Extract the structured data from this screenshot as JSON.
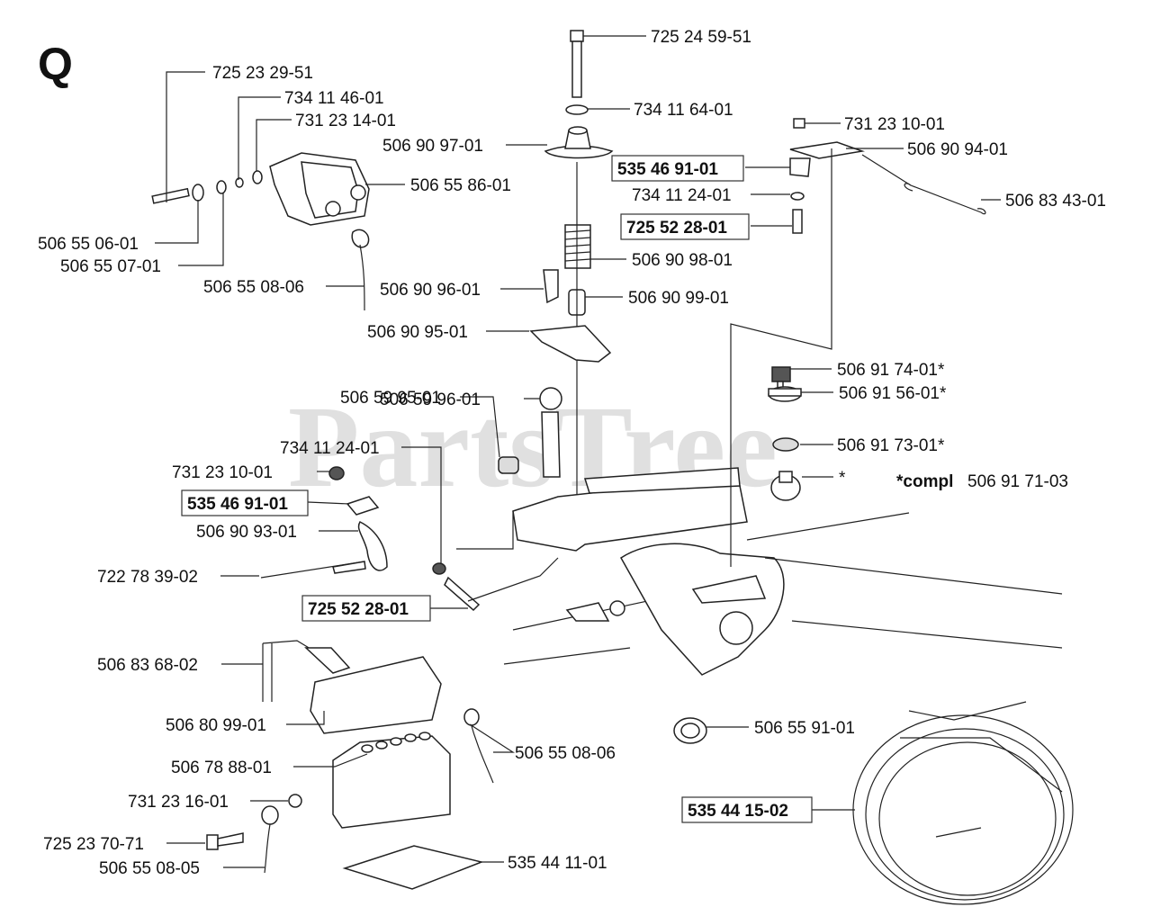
{
  "section_letter": "Q",
  "watermark": "PartsTree",
  "compl_note": {
    "prefix": "*compl",
    "number": "506 91 71-03"
  },
  "labels": [
    {
      "text": "725 24 59-51",
      "bold": false
    },
    {
      "text": "725 23 29-51",
      "bold": false
    },
    {
      "text": "734 11 46-01",
      "bold": false
    },
    {
      "text": "731 23 14-01",
      "bold": false
    },
    {
      "text": "734 11 64-01",
      "bold": false
    },
    {
      "text": "506 90 97-01",
      "bold": false
    },
    {
      "text": "731 23 10-01",
      "bold": false
    },
    {
      "text": "506 90 94-01",
      "bold": false
    },
    {
      "text": "535 46 91-01",
      "bold": true
    },
    {
      "text": "506 55 86-01",
      "bold": false
    },
    {
      "text": "734 11 24-01",
      "bold": false
    },
    {
      "text": "506 83 43-01",
      "bold": false
    },
    {
      "text": "725 52 28-01",
      "bold": true
    },
    {
      "text": "506 55 06-01",
      "bold": false
    },
    {
      "text": "506 90 98-01",
      "bold": false
    },
    {
      "text": "506 55 07-01",
      "bold": false
    },
    {
      "text": "506 55 08-06",
      "bold": false
    },
    {
      "text": "506 90 96-01",
      "bold": false
    },
    {
      "text": "506 90 99-01",
      "bold": false
    },
    {
      "text": "506 90 95-01",
      "bold": false
    },
    {
      "text": "506 91 74-01*",
      "bold": false
    },
    {
      "text": "506 59 96-01",
      "bold": false
    },
    {
      "text": "506 91 56-01*",
      "bold": false
    },
    {
      "text": "506 59 95-01",
      "bold": false
    },
    {
      "text": "506 91 73-01*",
      "bold": false
    },
    {
      "text": "734 11 24-01",
      "bold": false
    },
    {
      "text": "731 23 10-01",
      "bold": false
    },
    {
      "text": "*",
      "bold": false
    },
    {
      "text": "535 46 91-01",
      "bold": true
    },
    {
      "text": "506 90 93-01",
      "bold": false
    },
    {
      "text": "722 78 39-02",
      "bold": false
    },
    {
      "text": "725 52 28-01",
      "bold": true
    },
    {
      "text": "506 83 68-02",
      "bold": false
    },
    {
      "text": "506 80 99-01",
      "bold": false
    },
    {
      "text": "506 55 91-01",
      "bold": false
    },
    {
      "text": "506 55 08-06",
      "bold": false
    },
    {
      "text": "506 78 88-01",
      "bold": false
    },
    {
      "text": "731 23 16-01",
      "bold": false
    },
    {
      "text": "535 44 15-02",
      "bold": true
    },
    {
      "text": "725 23 70-71",
      "bold": false
    },
    {
      "text": "506 55 08-05",
      "bold": false
    },
    {
      "text": "535 44 11-01",
      "bold": false
    }
  ]
}
